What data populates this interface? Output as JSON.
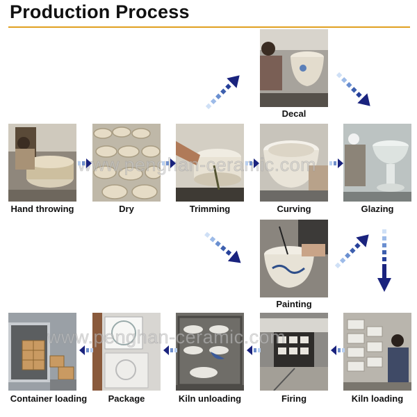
{
  "title": "Production Process",
  "watermark": "www.penghan-ceramic.com",
  "steps": {
    "hand_throwing": "Hand throwing",
    "dry": "Dry",
    "trimming": "Trimming",
    "curving": "Curving",
    "glazing": "Glazing",
    "decal": "Decal",
    "painting": "Painting",
    "kiln_loading": "Kiln loading",
    "firing": "Firing",
    "kiln_unloading": "Kiln unloading",
    "package": "Package",
    "container_loading": "Container loading"
  },
  "colors": {
    "accent_rule": "#e0a020",
    "arrow_dark": "#1a237e",
    "arrow_light": "#8fb4e8"
  }
}
